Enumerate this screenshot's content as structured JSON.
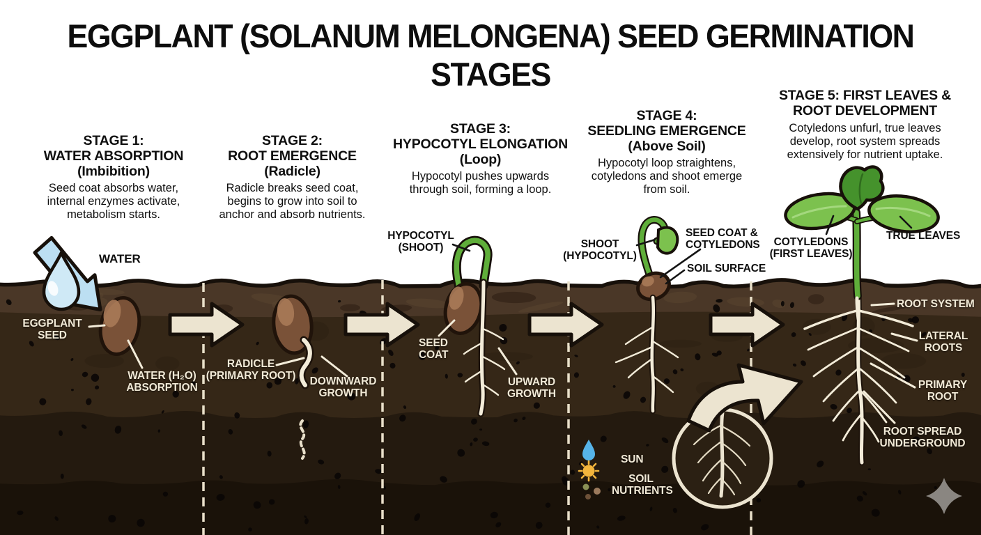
{
  "title": "EGGPLANT (SOLANUM MELONGENA) SEED GERMINATION STAGES",
  "stages": [
    {
      "title": "STAGE 1:\nWATER ABSORPTION\n(Imbibition)",
      "description": "Seed coat absorbs water,\ninternal enzymes activate,\nmetabolism starts."
    },
    {
      "title": "STAGE 2:\nROOT EMERGENCE\n(Radicle)",
      "description": "Radicle breaks seed coat,\nbegins to grow into soil to\nanchor and absorb nutrients."
    },
    {
      "title": "STAGE 3:\nHYPOCOTYL ELONGATION\n(Loop)",
      "description": "Hypocotyl pushes upwards\nthrough soil, forming a loop."
    },
    {
      "title": "STAGE 4:\nSEEDLING EMERGENCE\n(Above Soil)",
      "description": "Hypocotyl loop straightens,\ncotyledons and shoot emerge\nfrom soil."
    },
    {
      "title": "STAGE 5: FIRST LEAVES &\nROOT DEVELOPMENT",
      "description": "Cotyledons unfurl, true leaves\ndevelop, root system spreads\nextensively for nutrient uptake."
    }
  ],
  "soil_labels": {
    "water": "WATER",
    "eggplant_seed": "EGGPLANT\nSEED",
    "water_absorption": "WATER (H₂O)\nABSORPTION",
    "radicle": "RADICLE\n(PRIMARY ROOT)",
    "downward_growth": "DOWNWARD\nGROWTH",
    "hypocotyl_shoot": "HYPOCOTYL\n(SHOOT)",
    "seed_coat": "SEED\nCOAT",
    "upward_growth": "UPWARD\nGROWTH",
    "shoot_hypocotyl": "SHOOT\n(HYPOCOTYL)",
    "seed_coat_cotyledons": "SEED COAT &\nCOTYLEDONS",
    "soil_surface": "SOIL SURFACE",
    "sun": "SUN",
    "soil_nutrients": "SOIL\nNUTRIENTS",
    "cotyledons_first_leaves": "COTYLEDONS\n(FIRST LEAVES)",
    "true_leaves": "TRUE LEAVES",
    "root_system": "ROOT SYSTEM",
    "lateral_roots": "LATERAL\nROOTS",
    "primary_root": "PRIMARY\nROOT",
    "root_spread": "ROOT SPREAD\nUNDERGROUND"
  },
  "icons": {
    "water_drop_icon": "teardrop shape",
    "water_arrow_icon": "blue diagonal block arrow",
    "stage_arrow_icon": "cream right block arrow",
    "downward_squiggle_icon": "dashed wavy down mark",
    "sun_icon": "yellow circle with rays",
    "soil_nutrients_icon": "three mineral dots",
    "magnifier_circle_icon": "circle zoom outline with roots",
    "zoom_arrow_icon": "curved cream block arrow",
    "sparkle_icon": "gray four-point star",
    "stage_divider_icon": "dashed vertical line"
  },
  "colors": {
    "background": "#ffffff",
    "text_dark": "#0e0e0e",
    "label_light": "#f1e9d6",
    "soil_top": "#4a3727",
    "soil_mid": "#352717",
    "soil_deep": "#241a0f",
    "soil_deepest": "#1a1209",
    "outline": "#17100a",
    "arrow_cream": "#ece4d0",
    "water_blue": "#bcdff2",
    "droplet_blue": "#cfe9f6",
    "seed_brown": "#7a5238",
    "seed_highlight": "#a87a58",
    "sprout_green": "#5fae3a",
    "leaf_green": "#7cc14e",
    "true_leaf_green": "#45922c",
    "root_cream": "#f3ecd9",
    "sun_yellow": "#f3b53c",
    "icon_drop_blue": "#56b4e9",
    "sparkle_gray": "#97948f"
  }
}
